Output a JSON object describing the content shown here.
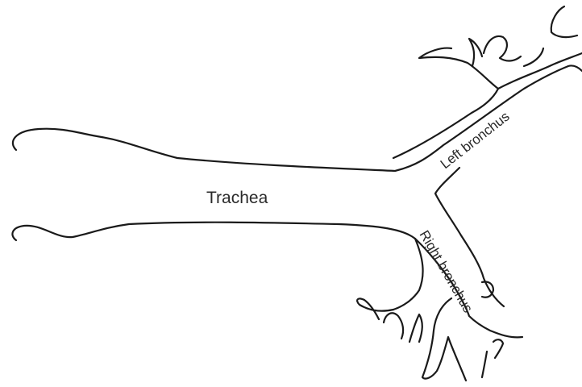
{
  "labels": {
    "trachea": "Trachea",
    "left_bronchus": "Left bronchus",
    "right_bronchus": "Right bronchus"
  },
  "colors": {
    "stroke": "#1a1a1a",
    "text": "#2a2a2a",
    "background": "#ffffff"
  }
}
